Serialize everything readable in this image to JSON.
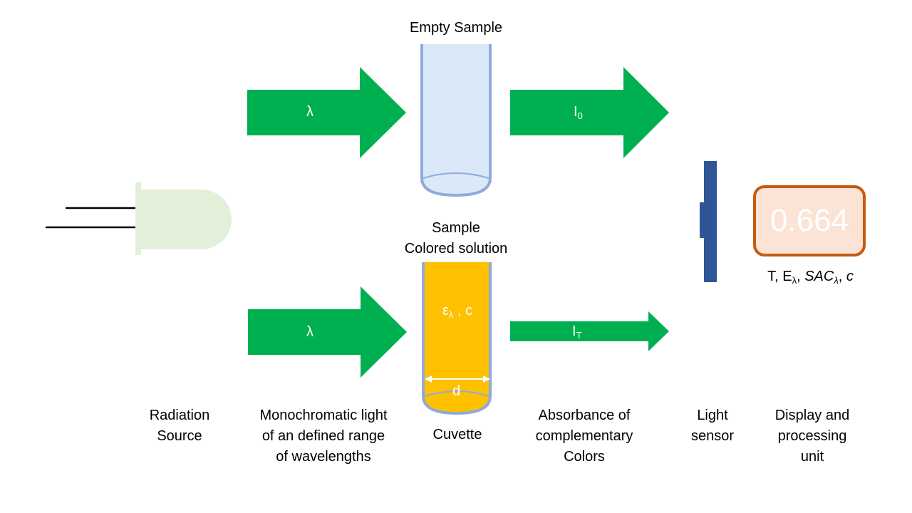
{
  "labels": {
    "empty_sample": "Empty Sample",
    "sample_line1": "Sample",
    "sample_line2": "Colored solution",
    "radiation_line1": "Radiation",
    "radiation_line2": "Source",
    "mono_line1": "Monochromatic light",
    "mono_line2": "of an defined range",
    "mono_line3": "of wavelengths",
    "cuvette": "Cuvette",
    "absorb_line1": "Absorbance of",
    "absorb_line2": "complementary",
    "absorb_line3": "Colors",
    "sensor_line1": "Light",
    "sensor_line2": "sensor",
    "display_line1": "Display and",
    "display_line2": "processing",
    "display_line3": "unit"
  },
  "arrows": {
    "lambda_top": "λ",
    "lambda_bottom": "λ",
    "i0_base": "I",
    "i0_sub": "0",
    "it_base": "I",
    "it_sub": "T"
  },
  "cuvette": {
    "epsilon": "ε",
    "epsilon_sub": "λ",
    "epsilon_rest": " , c",
    "path_length": "d"
  },
  "display": {
    "value": "0.664",
    "caption_t": "T, E",
    "caption_e_sub": "λ",
    "caption_sac": "SAC",
    "caption_sac_sub": "λ",
    "caption_c": "c"
  },
  "colors": {
    "arrow": "#00b050",
    "empty_sample_fill": "#dae8f7",
    "tube_border": "#8faadc",
    "solution_fill": "#ffc000",
    "led_fill": "#e2f0d9",
    "sensor": "#2f5597",
    "display_border": "#c55a11",
    "display_fill": "#fbe3d6"
  }
}
